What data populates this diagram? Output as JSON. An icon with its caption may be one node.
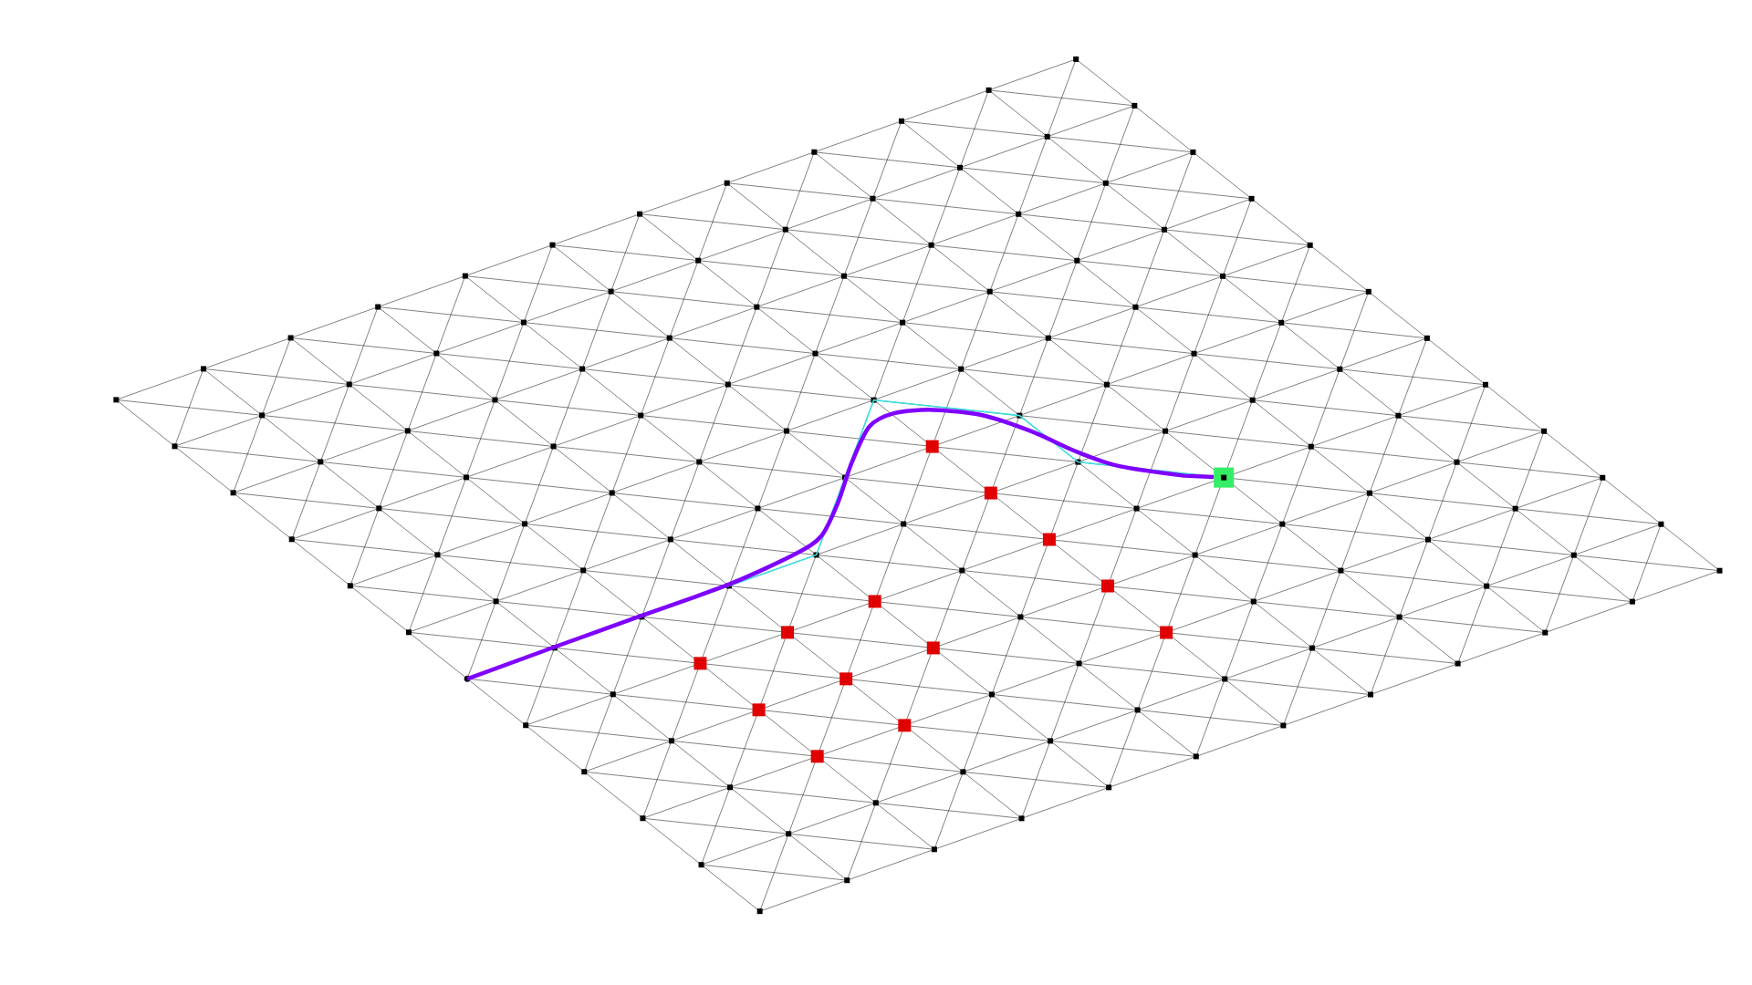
{
  "diagram": {
    "nodes": [
      {
        "text": [],
        "shape": "circle"
      },
      {
        "text": [],
        "shape": "box"
      }
    ],
    "edges": [
      {
        "from": 0,
        "to": 1,
        "arrow": "none",
        "color": "#40e0e0"
      },
      {
        "from": 0,
        "to": 1,
        "arrow": "none",
        "style": "thick",
        "color": "#7f00ff"
      }
    ]
  }
}
